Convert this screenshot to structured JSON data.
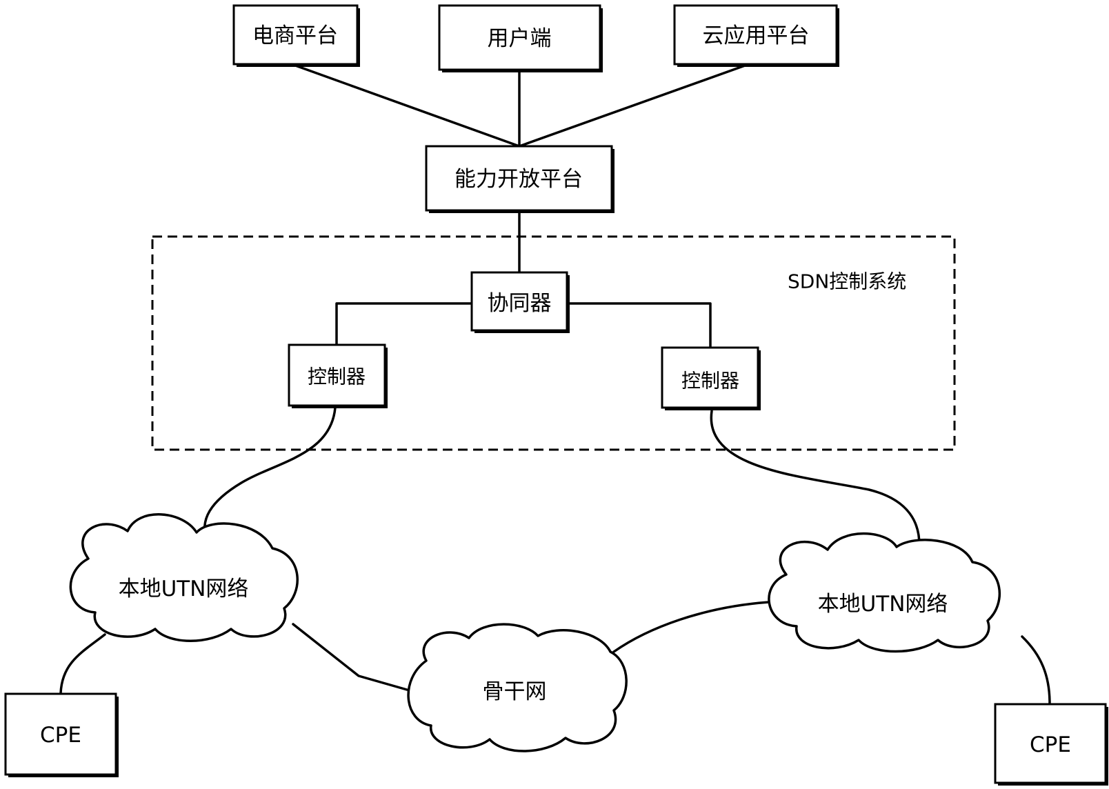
{
  "diagram": {
    "top_nodes": {
      "ecommerce": "电商平台",
      "user_side": "用户端",
      "cloud_app": "云应用平台"
    },
    "open_platform": "能力开放平台",
    "sdn_system": {
      "label": "SDN控制系统",
      "coordinator": "协同器",
      "controller_left": "控制器",
      "controller_right": "控制器"
    },
    "networks": {
      "local_left": "本地UTN网络",
      "local_right": "本地UTN网络",
      "backbone": "骨干网"
    },
    "endpoints": {
      "cpe_left": "CPE",
      "cpe_right": "CPE"
    }
  }
}
